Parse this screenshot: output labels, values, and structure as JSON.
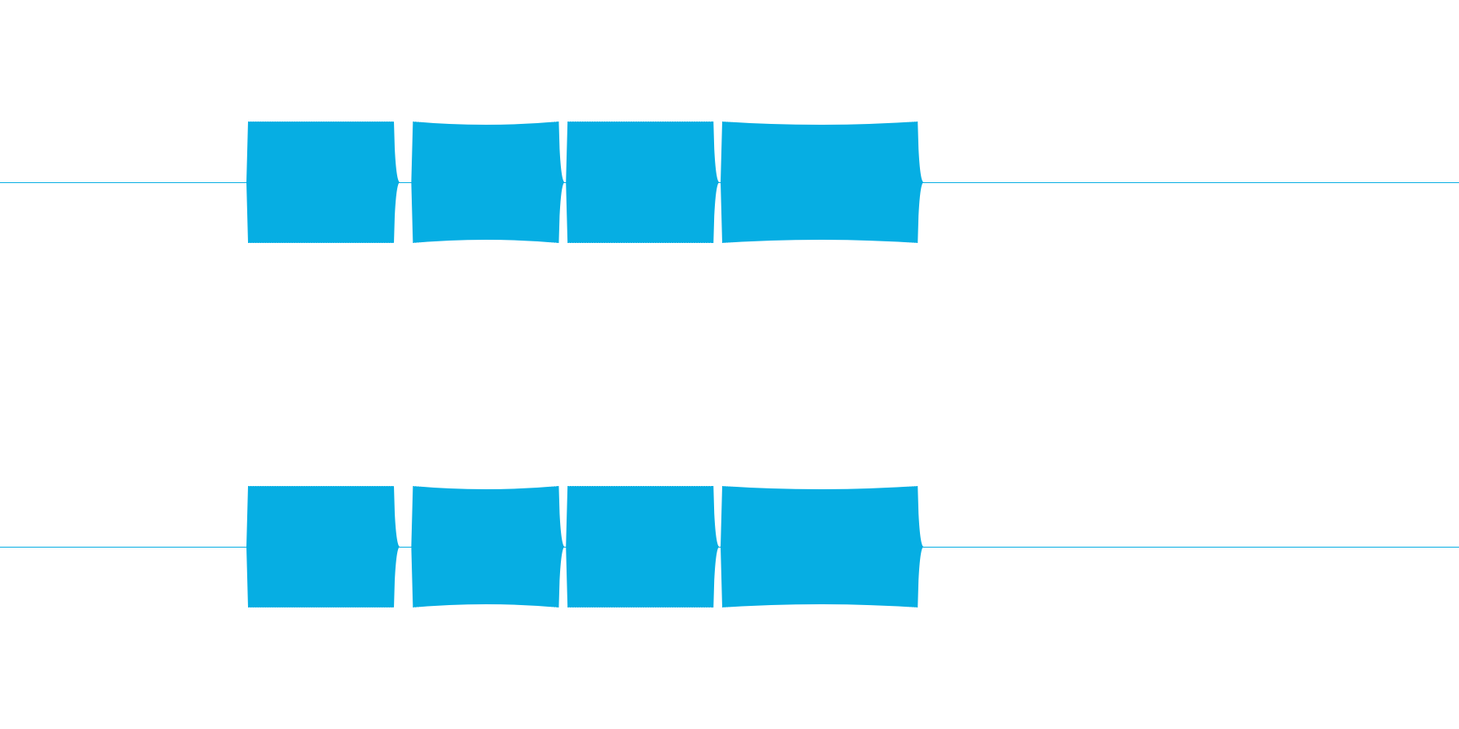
{
  "waveform": {
    "color": "#06aee3",
    "channels": [
      {
        "id": "channel-1",
        "segments": [
          {
            "start": 0.17,
            "end": 0.27,
            "shape": "flat"
          },
          {
            "start": 0.283,
            "end": 0.383,
            "shape": "pinched"
          },
          {
            "start": 0.389,
            "end": 0.489,
            "shape": "flat"
          },
          {
            "start": 0.495,
            "end": 0.629,
            "shape": "pinched"
          }
        ]
      },
      {
        "id": "channel-2",
        "segments": [
          {
            "start": 0.17,
            "end": 0.27,
            "shape": "flat"
          },
          {
            "start": 0.283,
            "end": 0.383,
            "shape": "pinched"
          },
          {
            "start": 0.389,
            "end": 0.489,
            "shape": "flat"
          },
          {
            "start": 0.495,
            "end": 0.629,
            "shape": "pinched"
          }
        ]
      }
    ]
  }
}
